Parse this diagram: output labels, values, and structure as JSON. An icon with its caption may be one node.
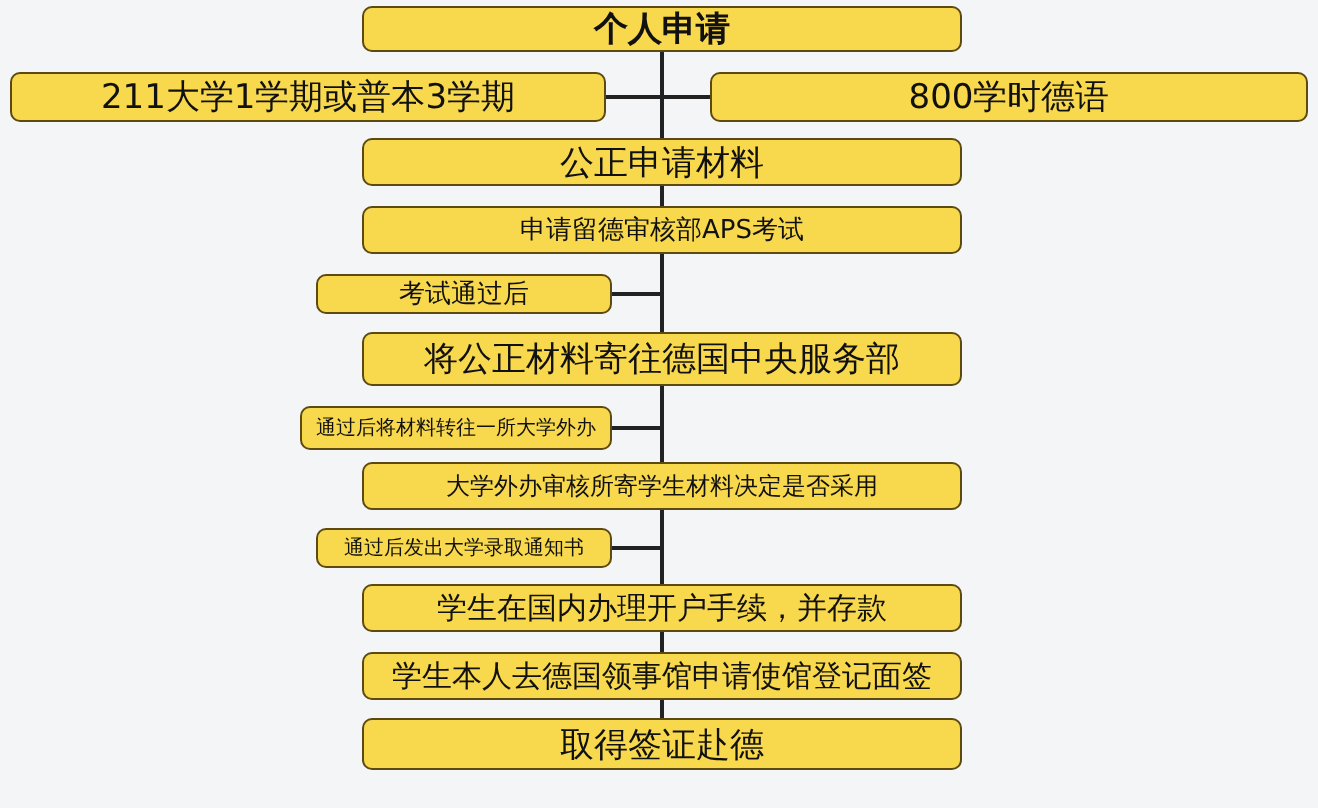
{
  "diagram": {
    "nodes": [
      {
        "text": [
          "个人申请"
        ]
      },
      {
        "text": [
          "211大学1学期或普本3学期"
        ]
      },
      {
        "text": [
          "800学时德语"
        ]
      },
      {
        "text": [
          "公正申请材料"
        ]
      },
      {
        "text": [
          "申请留德审核部APS考试"
        ]
      },
      {
        "text": [
          "考试通过后"
        ]
      },
      {
        "text": [
          "将公正材料寄往德国中央服务部"
        ]
      },
      {
        "text": [
          "通过后将材料转往一所大学外办"
        ]
      },
      {
        "text": [
          "大学外办审核所寄学生材料决定是否采用"
        ]
      },
      {
        "text": [
          "通过后发出大学录取通知书"
        ]
      },
      {
        "text": [
          "学生在国内办理开户手续，并存款"
        ]
      },
      {
        "text": [
          "学生本人去德国领事馆申请使馆登记面签"
        ]
      },
      {
        "text": [
          "取得签证赴德"
        ]
      }
    ],
    "edges": [
      {
        "from": 0,
        "to": 1,
        "arrow": "none"
      },
      {
        "from": 0,
        "to": 2,
        "arrow": "none"
      },
      {
        "from": 0,
        "to": 3,
        "arrow": "none"
      },
      {
        "from": 3,
        "to": 4,
        "arrow": "none"
      },
      {
        "from": 4,
        "to": 5,
        "arrow": "none"
      },
      {
        "from": 4,
        "to": 6,
        "arrow": "none"
      },
      {
        "from": 6,
        "to": 7,
        "arrow": "none"
      },
      {
        "from": 6,
        "to": 8,
        "arrow": "none"
      },
      {
        "from": 8,
        "to": 9,
        "arrow": "none"
      },
      {
        "from": 8,
        "to": 10,
        "arrow": "none"
      },
      {
        "from": 10,
        "to": 11,
        "arrow": "none"
      },
      {
        "from": 11,
        "to": 12,
        "arrow": "none"
      }
    ]
  }
}
